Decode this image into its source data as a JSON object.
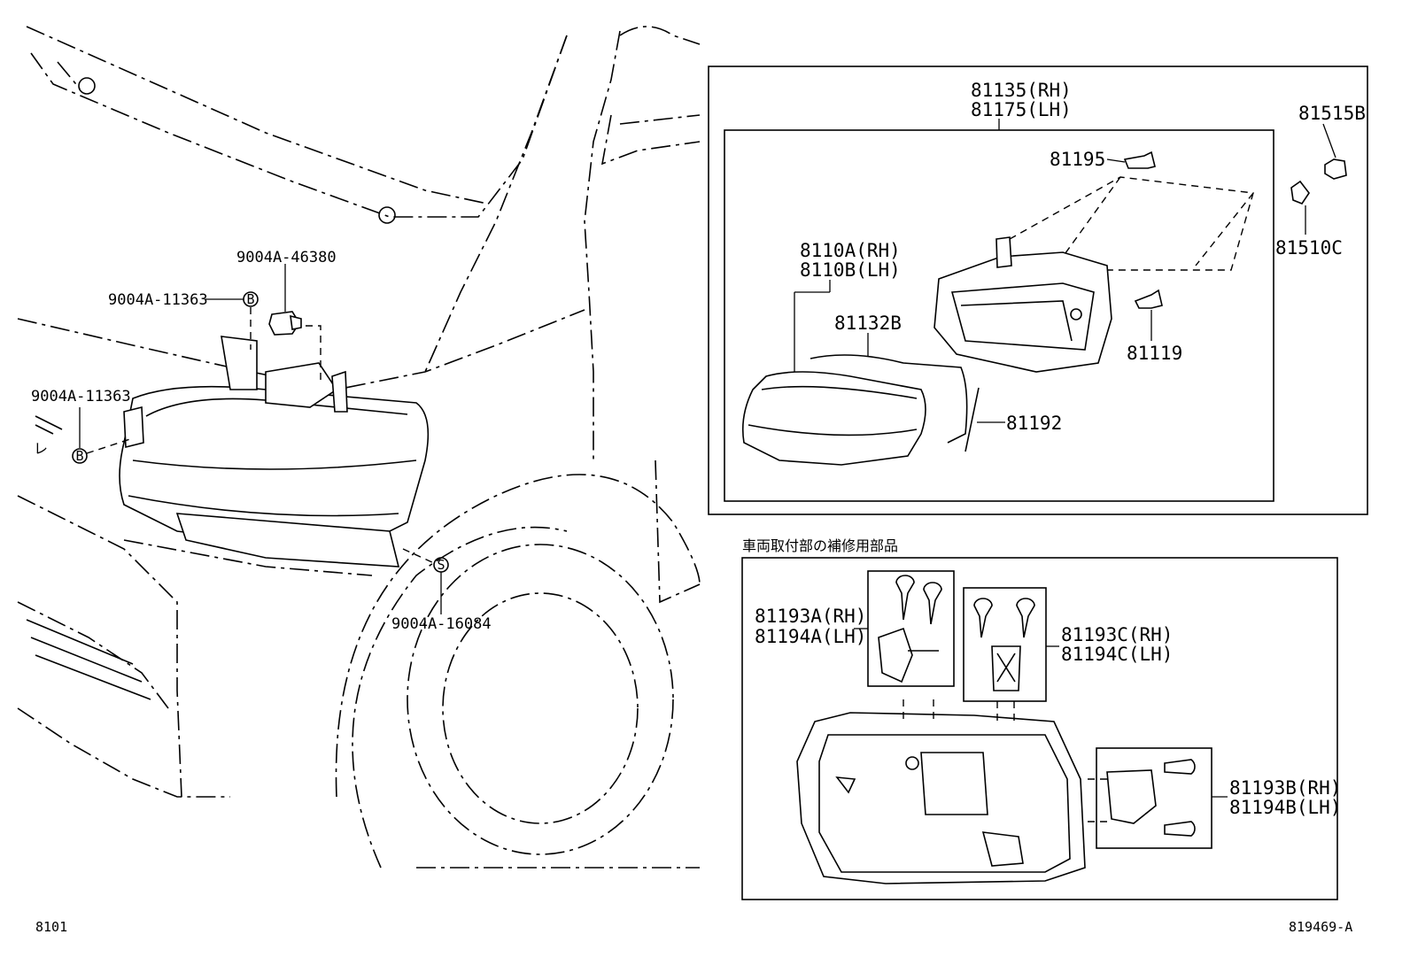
{
  "labels": {
    "clip_46380": "9004A-46380",
    "screw_11363_top": "9004A-11363",
    "screw_11363_left": "9004A-11363",
    "bolt_16084": "9004A-16084",
    "marker_b": "B",
    "marker_s": "S",
    "assy_rh": "81135(RH)",
    "assy_lh": "81175(LH)",
    "screw_81195": "81195",
    "socket_81515b": "81515B",
    "bulb_81510c": "81510C",
    "lens_rh": "8110A(RH)",
    "lens_lh": "8110B(LH)",
    "gasket_81132b": "81132B",
    "screw_81119": "81119",
    "seal_81192": "81192",
    "repair_title": "車両取付部の補修用部品",
    "repair_a_rh": "81193A(RH)",
    "repair_a_lh": "81194A(LH)",
    "repair_c_rh": "81193C(RH)",
    "repair_c_lh": "81194C(LH)",
    "repair_b_rh": "81193B(RH)",
    "repair_b_lh": "81194B(LH)",
    "page_code": "8101",
    "diagram_id": "819469-A"
  }
}
